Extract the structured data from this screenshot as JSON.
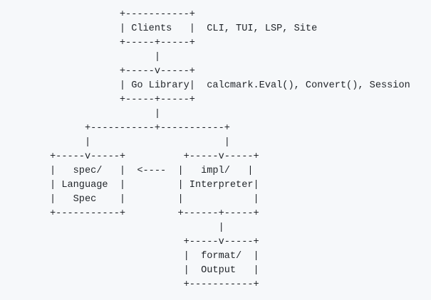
{
  "page": {
    "background_color": "#f6f8fa",
    "text_color": "#1f2328"
  },
  "diagram": {
    "type": "ascii-architecture-diagram",
    "ascii": "            +-----------+\n            | Clients   |  CLI, TUI, LSP, Site\n            +-----+-----+\n                  |\n            +-----v-----+\n            | Go Library|  calcmark.Eval(), Convert(), Session\n            +-----+-----+\n                  |\n      +-----------+-----------+\n      |                       |\n+-----v-----+          +-----v-----+\n|   spec/   |  <----  |   impl/   |\n| Language  |         | Interpreter|\n|   Spec    |         |            |\n+-----------+         +------+-----+\n                             |\n                       +-----v-----+\n                       |  format/  |\n                       |  Output   |\n                       +-----------+",
    "boxes": [
      {
        "label": "Clients",
        "annotation": "CLI, TUI, LSP, Site"
      },
      {
        "label": "Go Library",
        "annotation": "calcmark.Eval(), Convert(), Session"
      },
      {
        "label": "spec/ Language Spec",
        "annotation": ""
      },
      {
        "label": "impl/ Interpreter",
        "annotation": ""
      },
      {
        "label": "format/ Output",
        "annotation": ""
      }
    ],
    "edges": [
      {
        "from": "Clients",
        "to": "Go Library",
        "style": "arrow-down"
      },
      {
        "from": "Go Library",
        "to": "spec/ Language Spec",
        "style": "arrow-down"
      },
      {
        "from": "Go Library",
        "to": "impl/ Interpreter",
        "style": "arrow-down"
      },
      {
        "from": "impl/ Interpreter",
        "to": "spec/ Language Spec",
        "style": "arrow-left"
      },
      {
        "from": "impl/ Interpreter",
        "to": "format/ Output",
        "style": "arrow-down"
      }
    ]
  }
}
